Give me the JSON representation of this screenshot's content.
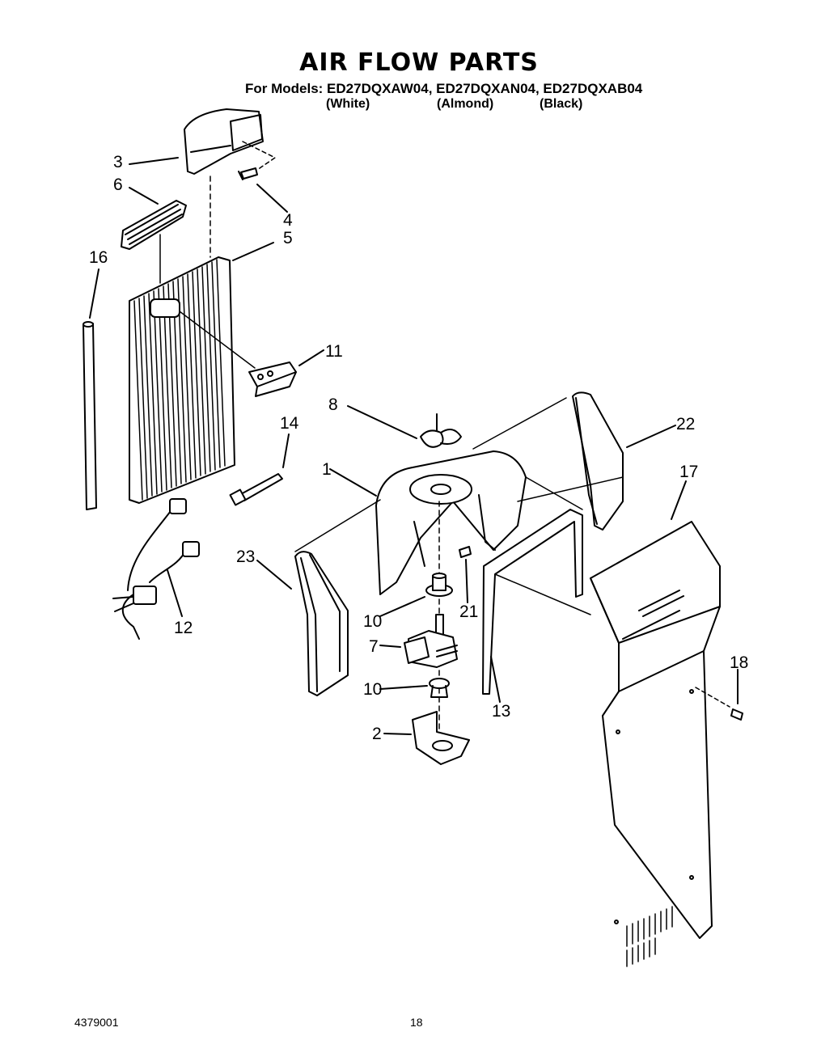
{
  "header": {
    "title": "AIR FLOW PARTS",
    "models_line": "For Models: ED27DQXAW04, ED27DQXAN04, ED27DQXAB04",
    "colors": [
      "(White)",
      "(Almond)",
      "(Black)"
    ]
  },
  "footer": {
    "doc_number": "4379001",
    "page_number": "18"
  },
  "callouts": [
    "3",
    "6",
    "4",
    "5",
    "16",
    "11",
    "8",
    "22",
    "14",
    "1",
    "17",
    "23",
    "12",
    "21",
    "10",
    "7",
    "13",
    "18",
    "10",
    "2"
  ]
}
